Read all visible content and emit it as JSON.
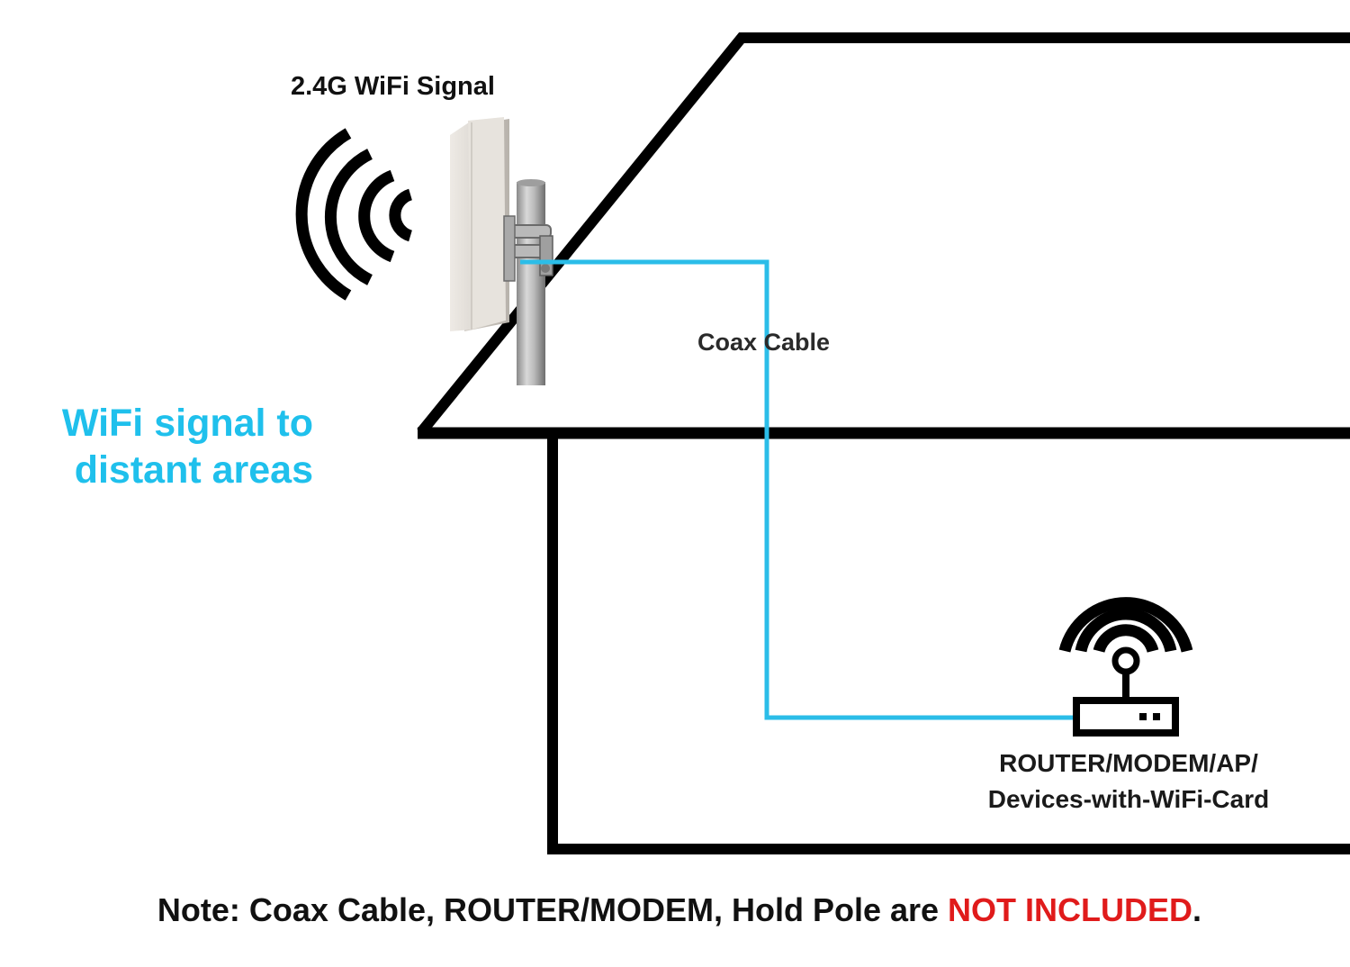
{
  "labels": {
    "signal": "2.4G WiFi Signal",
    "coax": "Coax Cable",
    "tagline_line1": "WiFi signal to",
    "tagline_line2": "distant areas",
    "router_line1": "ROUTER/MODEM/AP/",
    "router_line2": "Devices-with-WiFi-Card"
  },
  "note": {
    "prefix": "Note: Coax Cable, ROUTER/MODEM, Hold Pole are ",
    "highlight": "NOT INCLUDED",
    "suffix": "."
  },
  "colors": {
    "cable": "#2bbde8",
    "tagline": "#1fc0ec",
    "warning": "#e01b1b",
    "outline": "#000000"
  },
  "icons": {
    "broadcast": "wifi-waves-icon",
    "router": "router-icon"
  }
}
